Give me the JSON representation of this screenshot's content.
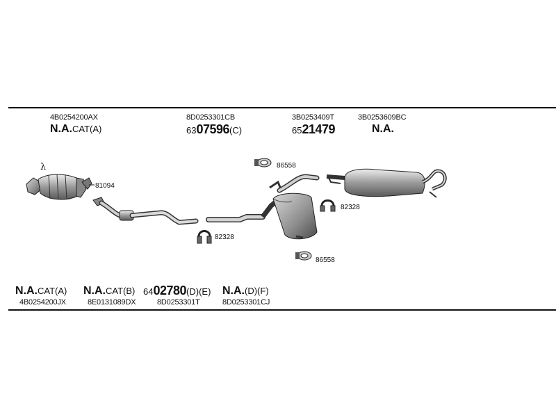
{
  "top_row": [
    {
      "code": "4B0254200AX",
      "prefix": "",
      "bold": "N.A.",
      "suffix": "CAT(A)"
    },
    {
      "code": "8D0253301CB",
      "prefix": "63",
      "bold": "07596",
      "suffix": "(C)"
    },
    {
      "code": "3B0253409T",
      "prefix": "65",
      "bold": "21479",
      "suffix": ""
    },
    {
      "code": "3B0253609BC",
      "prefix": "",
      "bold": "N.A.",
      "suffix": ""
    }
  ],
  "bottom_row": [
    {
      "code": "4B0254200JX",
      "prefix": "",
      "bold": "N.A.",
      "suffix": "CAT(A)"
    },
    {
      "code": "8E0131089DX",
      "prefix": "",
      "bold": "N.A.",
      "suffix": "CAT(B)"
    },
    {
      "code": "8D0253301T",
      "prefix": "64",
      "bold": "02780",
      "suffix": "(D)(E)"
    },
    {
      "code": "8D0253301CJ",
      "prefix": "",
      "bold": "N.A.",
      "suffix": "(D)(F)"
    }
  ],
  "callouts": {
    "lambda": "λ",
    "c81094": "81094",
    "c86558_top": "86558",
    "c82328_right": "82328",
    "c82328_mid": "82328",
    "c86558_bottom": "86558"
  }
}
